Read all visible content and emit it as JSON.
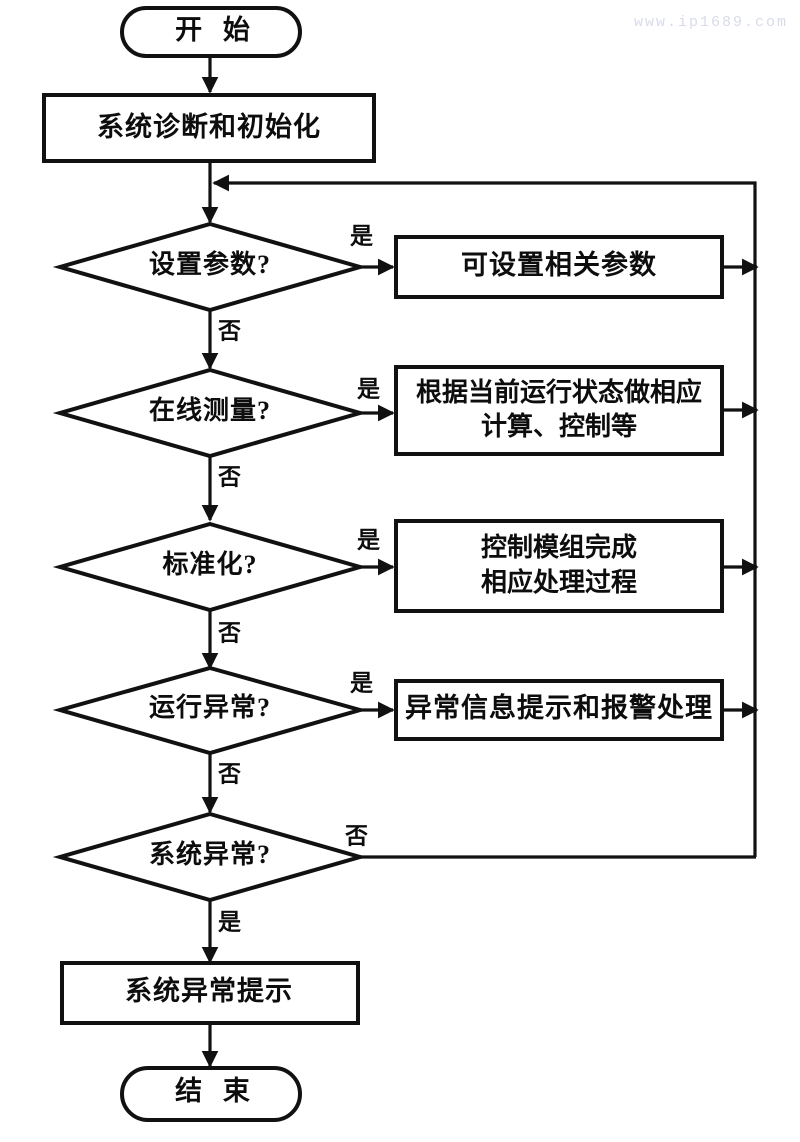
{
  "diagram": {
    "title_watermark": "www.ip1689.com",
    "language": "zh-CN",
    "type": "flowchart",
    "colors": {
      "stroke": "#111111",
      "fill": "#ffffff",
      "background": "#ffffff",
      "watermark": "#d8dcea"
    },
    "nodes": {
      "start": {
        "label": "开  始",
        "shape": "terminator"
      },
      "init": {
        "label": "系统诊断和初始化",
        "shape": "process"
      },
      "d1": {
        "label": "设置参数?",
        "shape": "decision"
      },
      "p1": {
        "label": "可设置相关参数",
        "shape": "process"
      },
      "d2": {
        "label": "在线测量?",
        "shape": "decision"
      },
      "p2_line1": "根据当前运行状态做相应",
      "p2_line2": "计算、控制等",
      "d3": {
        "label": "标准化?",
        "shape": "decision"
      },
      "p3_line1": "控制模组完成",
      "p3_line2": "相应处理过程",
      "d4": {
        "label": "运行异常?",
        "shape": "decision"
      },
      "p4": {
        "label": "异常信息提示和报警处理",
        "shape": "process"
      },
      "d5": {
        "label": "系统异常?",
        "shape": "decision"
      },
      "p5": {
        "label": "系统异常提示",
        "shape": "process"
      },
      "end": {
        "label": "结  束",
        "shape": "terminator"
      }
    },
    "edge_labels": {
      "d1_yes": "是",
      "d1_no": "否",
      "d2_yes": "是",
      "d2_no": "否",
      "d3_yes": "是",
      "d3_no": "否",
      "d4_yes": "是",
      "d4_no": "否",
      "d5_no": "否",
      "d5_yes": "是"
    }
  }
}
